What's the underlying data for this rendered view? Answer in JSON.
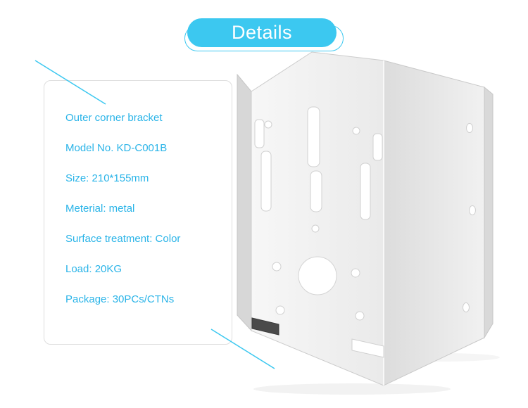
{
  "banner": {
    "title": "Details"
  },
  "spec_panel": {
    "lines": [
      "Outer corner bracket",
      "Model No. KD-C001B",
      "Size: 210*155mm",
      "Meterial: metal",
      "Surface treatment: Color",
      "Load: 20KG",
      "Package: 30PCs/CTNs"
    ]
  },
  "product_photo": {
    "name": "outer-corner-bracket-photo"
  },
  "colors": {
    "accent": "#3cc8f0",
    "spec_text": "#2ab4e8",
    "panel_border": "#dedede"
  }
}
